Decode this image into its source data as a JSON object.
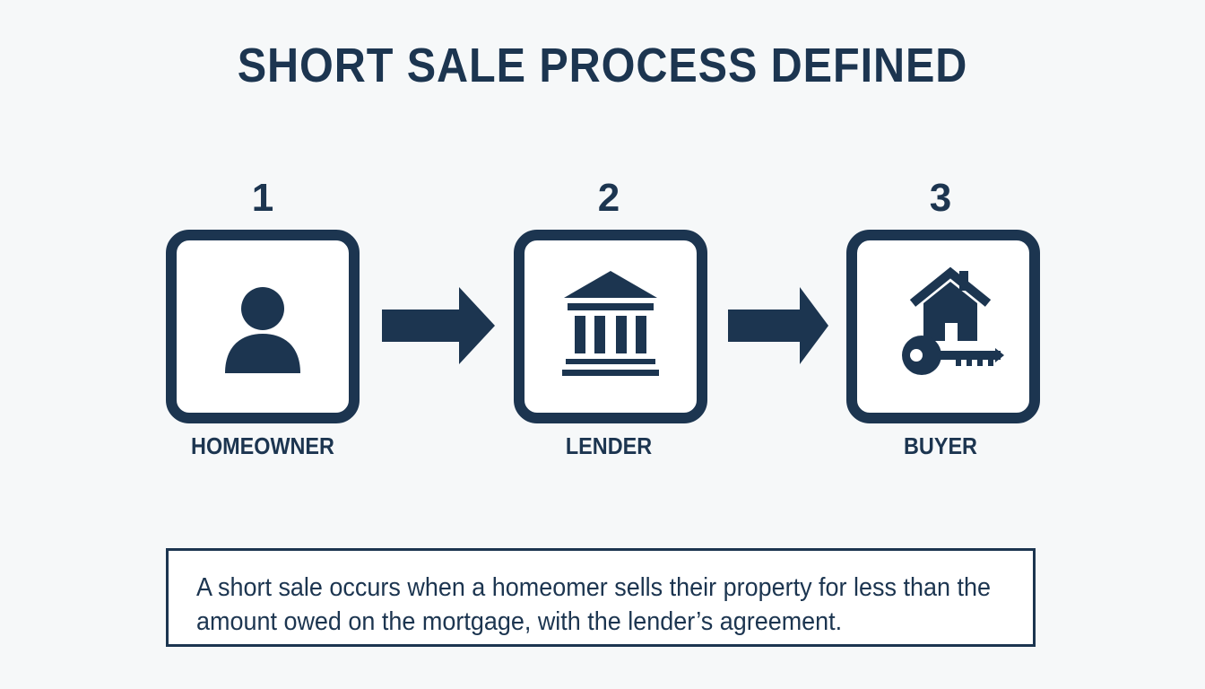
{
  "title": "SHORT SALE PROCESS DEFINED",
  "steps": [
    {
      "number": "1",
      "label": "HOMEOWNER",
      "icon": "person-icon"
    },
    {
      "number": "2",
      "label": "LENDER",
      "icon": "bank-icon"
    },
    {
      "number": "3",
      "label": "BUYER",
      "icon": "house-key-icon"
    }
  ],
  "arrows": [
    "arrow-right-icon",
    "arrow-right-icon"
  ],
  "caption": "A short sale occurs when a homeomer sells their property for less than the amount owed on the mortgage, with the lender’s agreement.",
  "colors": {
    "primary": "#1c3550",
    "background": "#f6f8f9",
    "box_fill": "#ffffff"
  }
}
